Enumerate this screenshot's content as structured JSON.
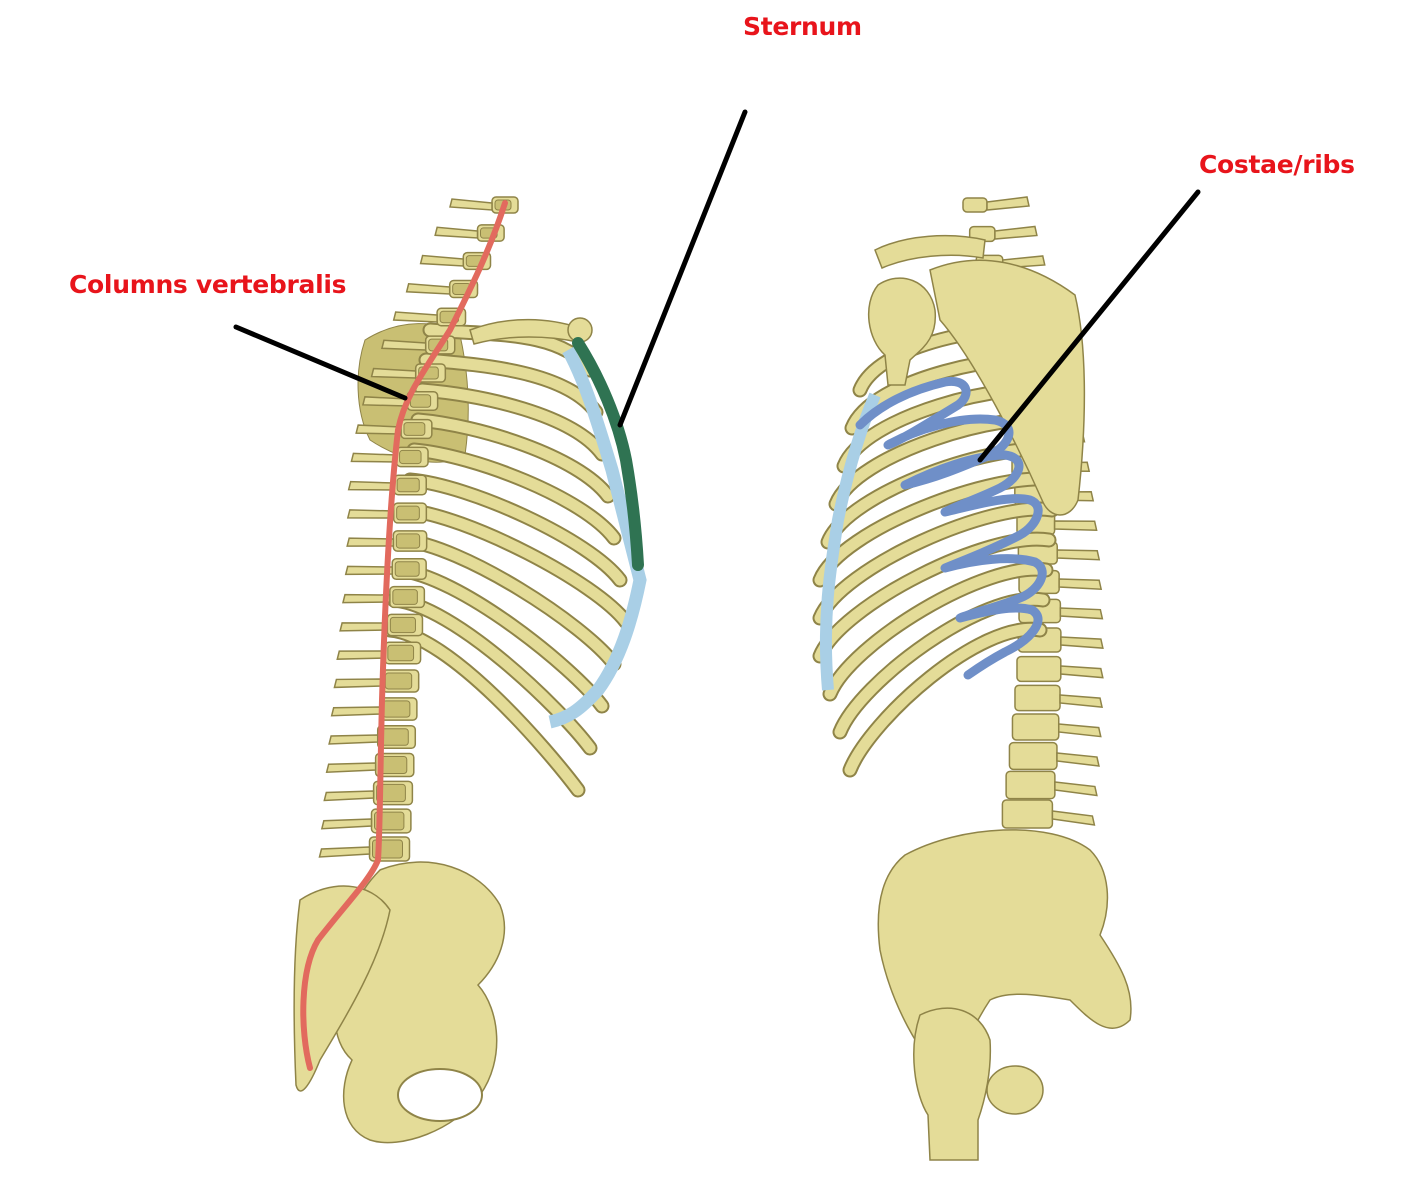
{
  "labels": {
    "sternum": "Sternum",
    "costae": "Costae/ribs",
    "vertebralis": "Columns vertebralis"
  },
  "colors": {
    "label_text": "#e8141b",
    "leader_line": "#000000",
    "bone_fill": "#e4dc98",
    "bone_stroke": "#8f8448",
    "bone_shade": "#c9bf73",
    "vertebral_highlight": "#e26a5e",
    "sternum_highlight": "#2f7352",
    "rib_highlight": "#6f8fc8",
    "cartilage": "#a9cfe6",
    "background": "#ffffff"
  }
}
